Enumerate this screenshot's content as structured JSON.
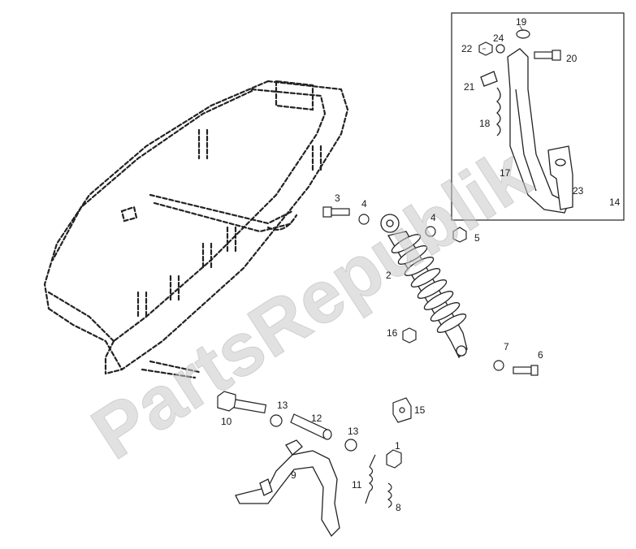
{
  "watermark": "PartsRepublik",
  "callouts": {
    "c1": "1",
    "c2": "2",
    "c3": "3",
    "c4a": "4",
    "c4b": "4",
    "c5": "5",
    "c6": "6",
    "c7": "7",
    "c8": "8",
    "c9": "9",
    "c10": "10",
    "c11": "11",
    "c12": "12",
    "c13a": "13",
    "c13b": "13",
    "c14": "14",
    "c15": "15",
    "c16": "16",
    "c17": "17",
    "c18": "18",
    "c19": "19",
    "c20": "20",
    "c21": "21",
    "c22": "22",
    "c23": "23",
    "c24": "24"
  }
}
